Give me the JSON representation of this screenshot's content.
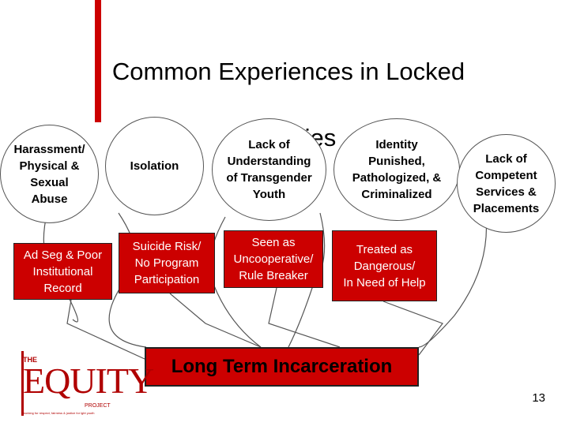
{
  "title": {
    "line1": "Common Experiences in Locked",
    "line2": "Facilities"
  },
  "circles": [
    {
      "id": "harassment",
      "text": "Harassment/\nPhysical &\nSexual\nAbuse"
    },
    {
      "id": "isolation",
      "text": "Isolation"
    },
    {
      "id": "lack-understanding",
      "text": "Lack of\nUnderstanding\nof Transgender\nYouth"
    },
    {
      "id": "identity",
      "text": "Identity\nPunished,\nPathologized, &\nCriminalized"
    },
    {
      "id": "lack-services",
      "text": "Lack of\nCompetent\nServices &\nPlacements"
    }
  ],
  "consequences": [
    {
      "id": "ad-seg",
      "text": "Ad Seg & Poor\nInstitutional\nRecord"
    },
    {
      "id": "suicide-risk",
      "text": "Suicide Risk/\nNo Program\nParticipation"
    },
    {
      "id": "uncooperative",
      "text": "Seen as\nUncooperative/\nRule Breaker"
    },
    {
      "id": "dangerous",
      "text": "Treated as\nDangerous/\nIn Need of Help"
    }
  ],
  "outcome": "Long Term Incarceration",
  "logo": {
    "the": "THE",
    "word": "EQUITY",
    "project": "PROJECT",
    "tagline": "working for respect, fairness & justice for lgbt youth"
  },
  "page_number": "13",
  "colors": {
    "accent_red": "#cc0000",
    "logo_red": "#b00000"
  }
}
